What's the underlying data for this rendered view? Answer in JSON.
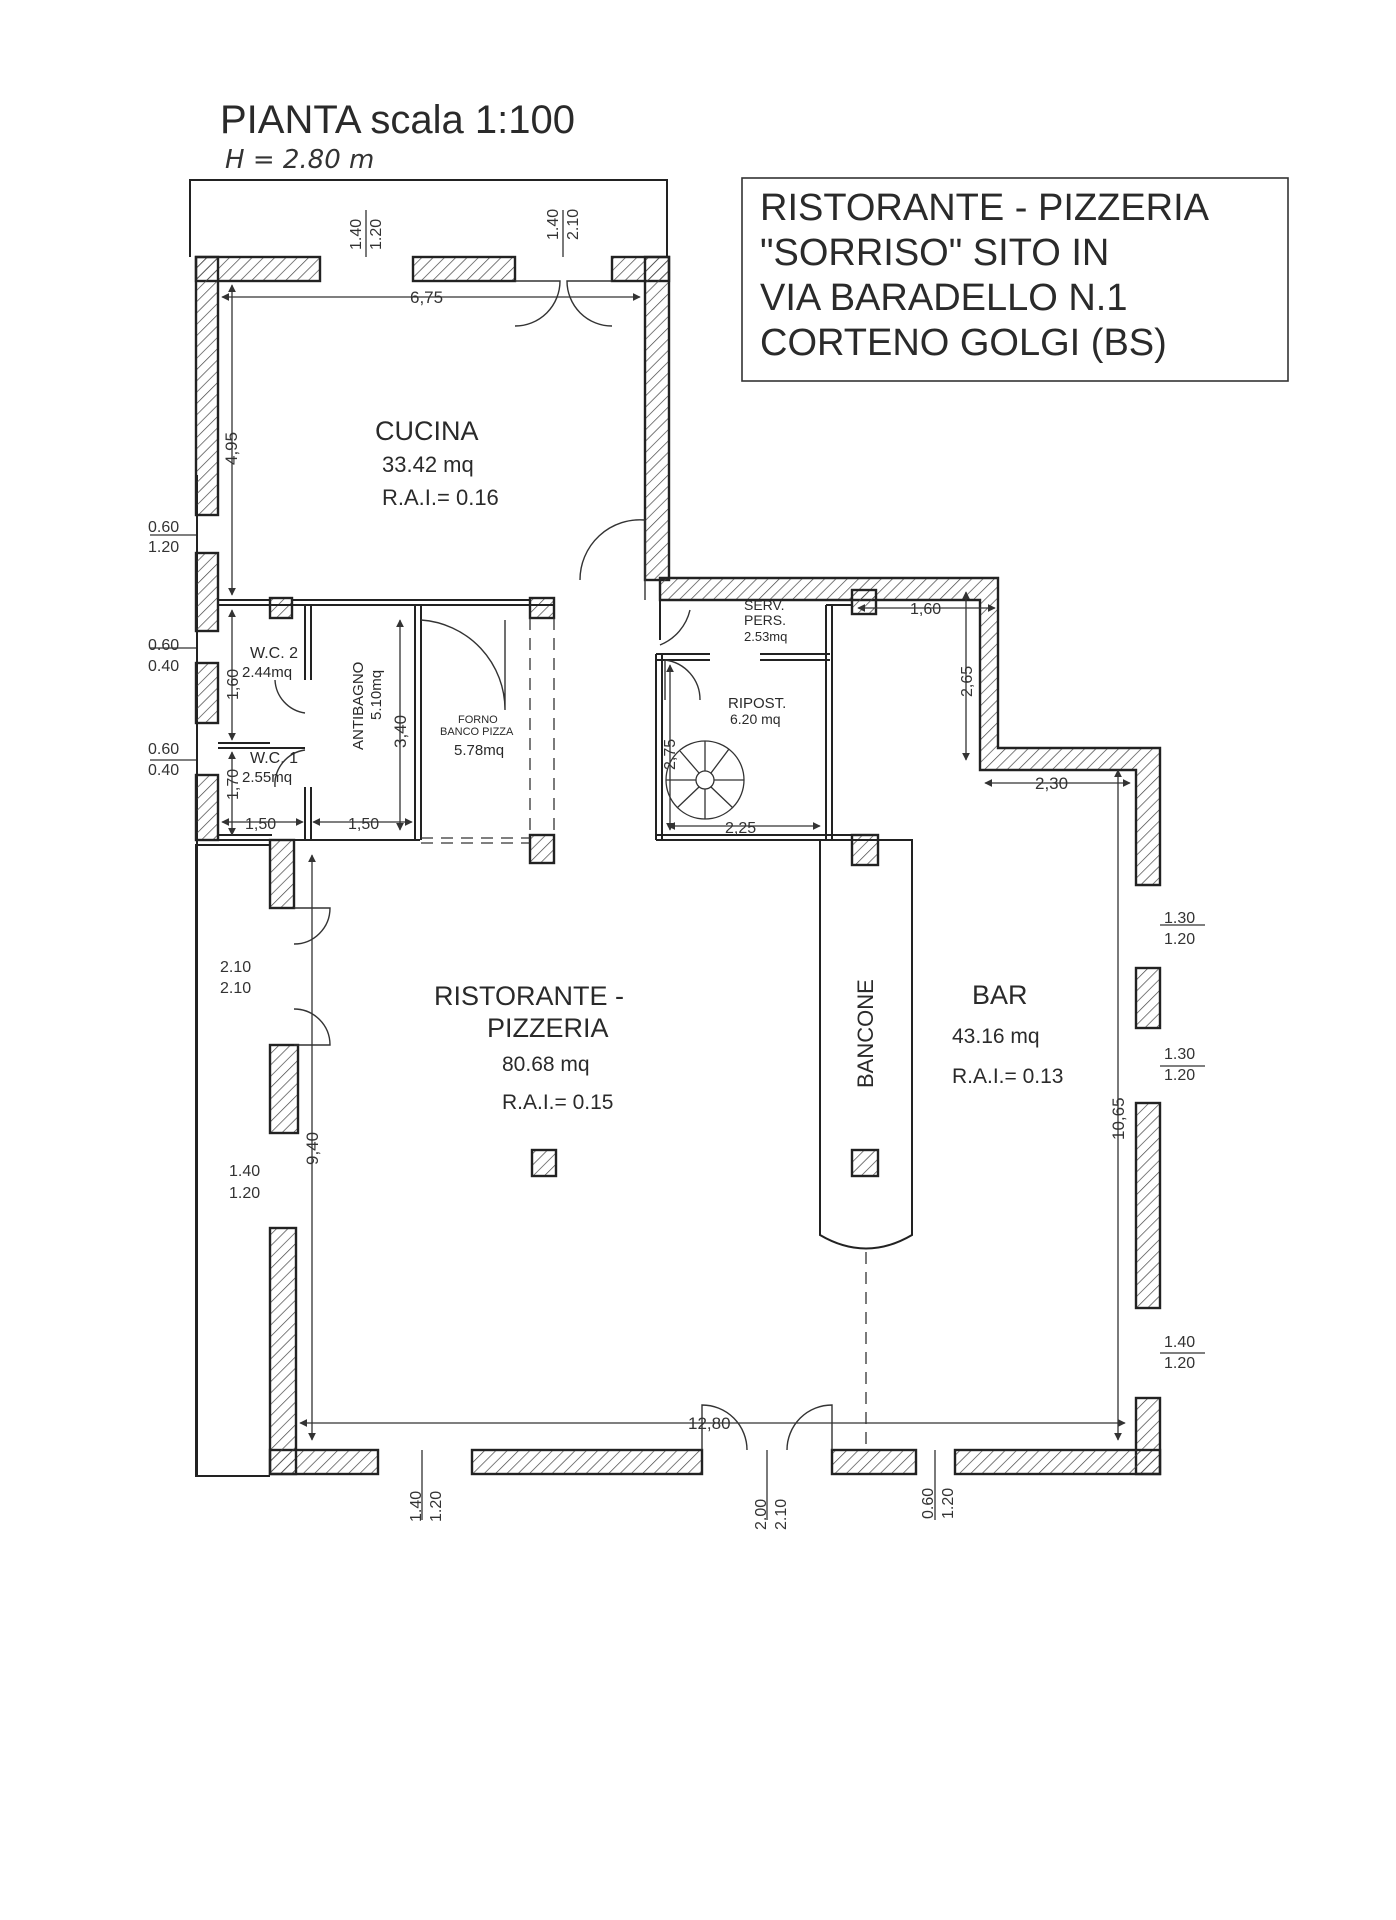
{
  "header": {
    "title": "PIANTA scala 1:100",
    "height_note": "H = 2.80 m"
  },
  "info_box": {
    "lines": [
      "RISTORANTE - PIZZERIA",
      "\"SORRISO\" SITO IN",
      "VIA BARADELLO N.1",
      "CORTENO GOLGI (BS)"
    ]
  },
  "rooms": {
    "cucina": {
      "name": "CUCINA",
      "area": "33.42 mq",
      "rai": "R.A.I.= 0.16"
    },
    "wc2": {
      "name": "W.C. 2",
      "area": "2.44mq"
    },
    "wc1": {
      "name": "W.C. 1",
      "area": "2.55mq"
    },
    "antibagno": {
      "name": "ANTIBAGNO",
      "area": "5.10mq"
    },
    "forno": {
      "name_line1": "FORNO",
      "name_line2": "BANCO PIZZA",
      "area": "5.78mq"
    },
    "serv": {
      "name_line1": "SERV.",
      "name_line2": "PERS.",
      "area": "2.53mq"
    },
    "ripost": {
      "name": "RIPOST.",
      "area": "6.20 mq"
    },
    "ristorante": {
      "name_line1": "RISTORANTE -",
      "name_line2": "PIZZERIA",
      "area": "80.68 mq",
      "rai": "R.A.I.= 0.15"
    },
    "bar": {
      "name": "BAR",
      "area": "43.16 mq",
      "rai": "R.A.I.= 0.13"
    },
    "bancone": {
      "name": "BANCONE"
    }
  },
  "dimensions": {
    "cucina_width": "6,75",
    "cucina_depth": "4,95",
    "wc_width_1": "1,50",
    "wc_width_2": "1,50",
    "wc2_depth": "1,60",
    "wc1_depth": "1,70",
    "antibagno_depth": "3,40",
    "ripost_depth": "2,75",
    "ripost_width": "2,25",
    "serv_width": "1,60",
    "serv_depth": "2,65",
    "bar_width": "2,30",
    "bar_depth": "10,65",
    "ristorante_depth": "9,40",
    "total_width": "12,80"
  },
  "openings": {
    "top_window": [
      "1.40",
      "1.20"
    ],
    "top_door": [
      "1.40",
      "2.10"
    ],
    "left_window_1": [
      "0.60",
      "1.20"
    ],
    "left_window_2": [
      "0.60",
      "0.40"
    ],
    "left_window_3": [
      "0.60",
      "0.40"
    ],
    "left_door": [
      "2.10",
      "2.10"
    ],
    "left_window_4": [
      "1.40",
      "1.20"
    ],
    "right_window_1": [
      "1.30",
      "1.20"
    ],
    "right_window_2": [
      "1.30",
      "1.20"
    ],
    "right_window_3": [
      "1.40",
      "1.20"
    ],
    "bottom_window_1": [
      "1.40",
      "1.20"
    ],
    "bottom_door": [
      "2.00",
      "2.10"
    ],
    "bottom_window_2": [
      "0.60",
      "1.20"
    ]
  }
}
